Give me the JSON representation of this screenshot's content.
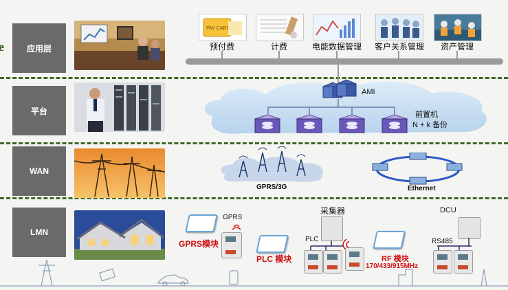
{
  "left_fragment": "e",
  "layers": [
    {
      "label": "应用层"
    },
    {
      "label": "平台"
    },
    {
      "label": "WAN"
    },
    {
      "label": "LMN"
    }
  ],
  "applications": [
    {
      "label": "预付费"
    },
    {
      "label": "计费"
    },
    {
      "label": "电能数据管理"
    },
    {
      "label": "客户关系管理"
    },
    {
      "label": "资产管理"
    }
  ],
  "app_thumb_text": {
    "pay_card": "PAY CARD"
  },
  "platform": {
    "ami": "AMI",
    "frontend_line1": "前置机",
    "frontend_line2": "N + k 备份"
  },
  "wan": {
    "gprs3g": "GPRS/3G",
    "ethernet": "Ethernet"
  },
  "lmn": {
    "gprs_top": "GPRS",
    "gprs_module": "GPRS模块",
    "collector": "采集器",
    "plc": "PLC",
    "plc_module": "PLC 模块",
    "rf_module": "RF 模块",
    "rf_freq": "170/433/915MHz",
    "dcu": "DCU",
    "rs485": "RS485"
  },
  "colors": {
    "dash": "#3f6a24",
    "label_bg": "#6a6a6a",
    "red": "#d01010"
  }
}
